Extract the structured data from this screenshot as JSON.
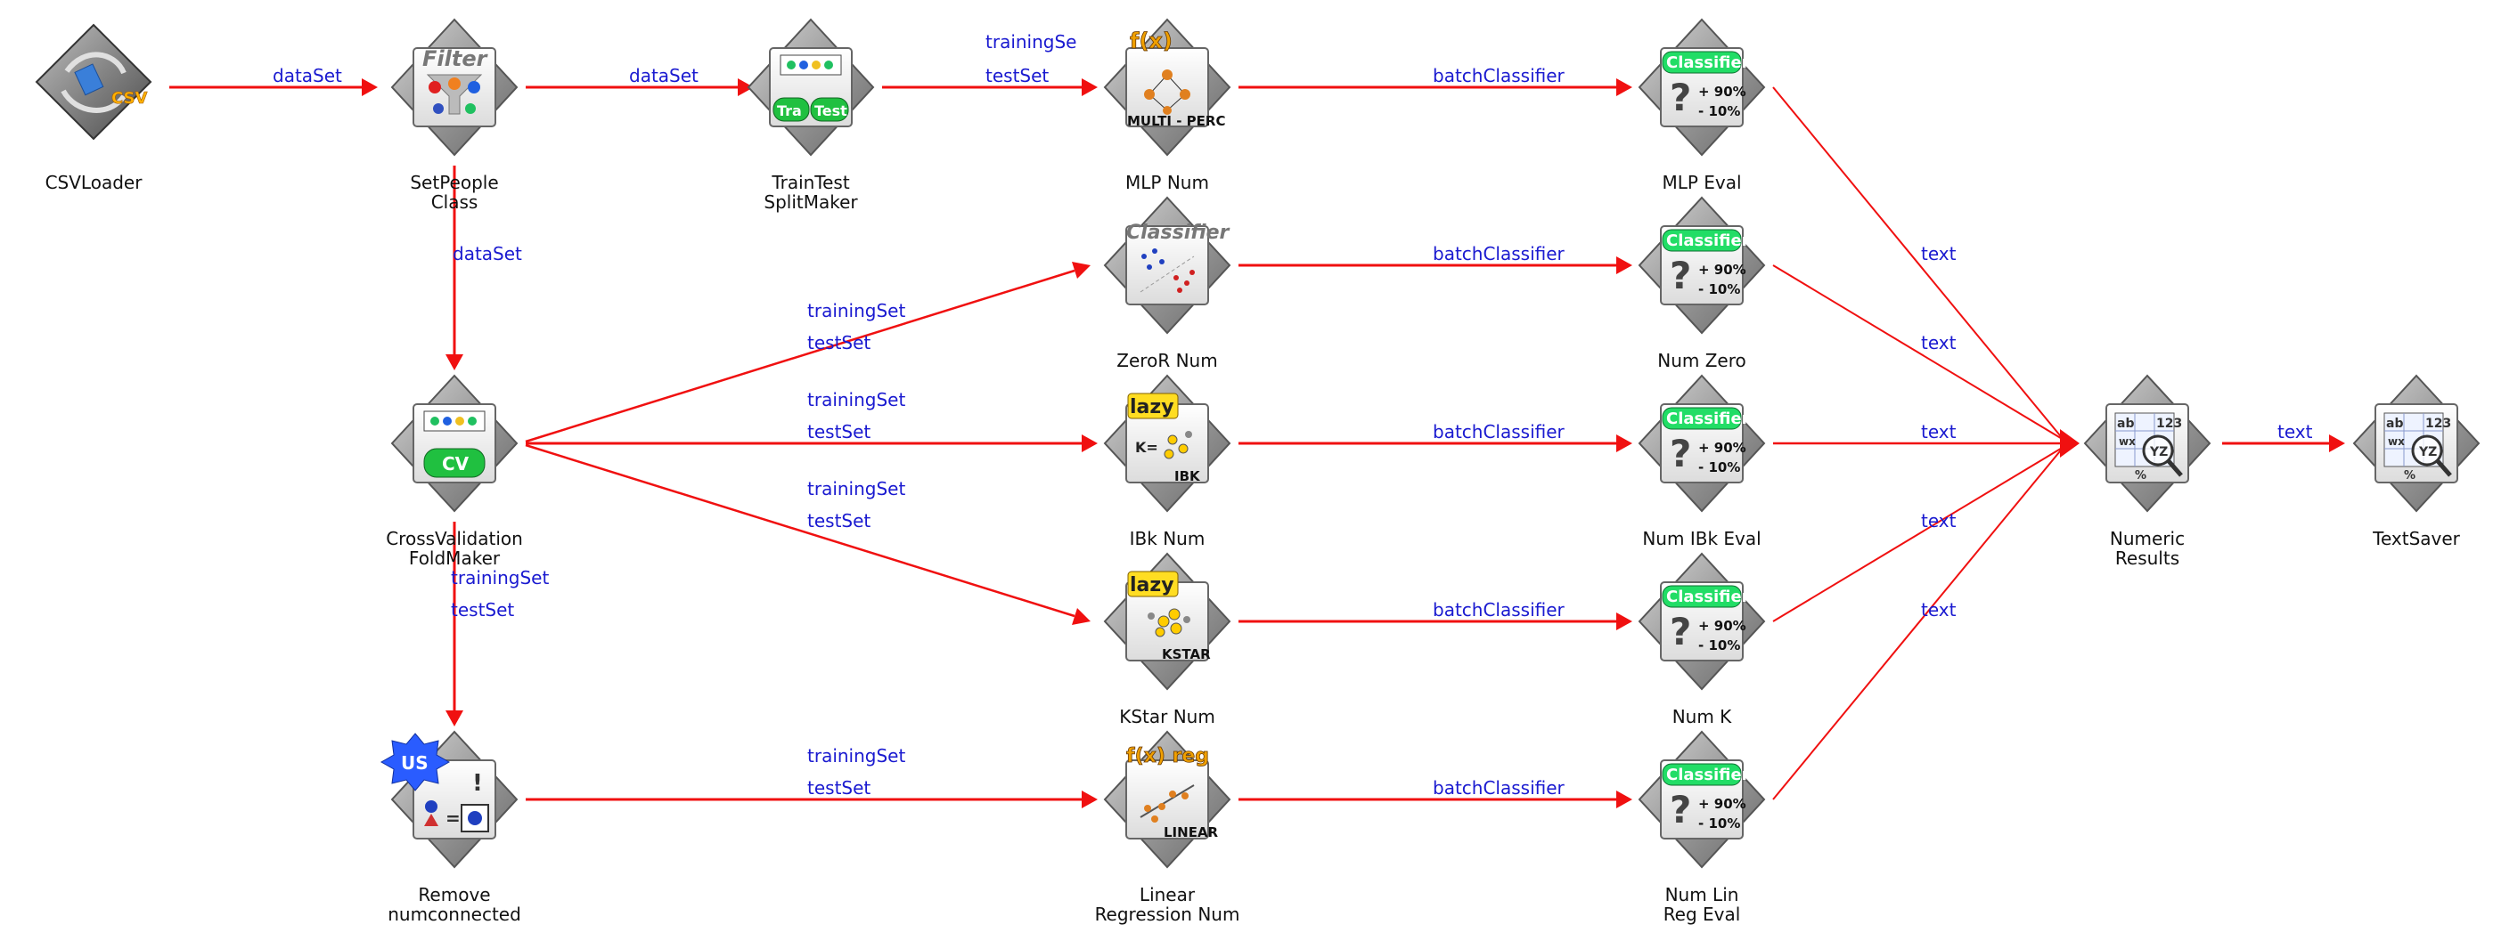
{
  "nodes": {
    "csvloader": {
      "label": [
        "CSVLoader"
      ],
      "icon": "csv-loader-icon",
      "badge": "CSV"
    },
    "setpeople": {
      "label": [
        "SetPeople",
        "Class"
      ],
      "icon": "filter-icon",
      "badge": "Filter"
    },
    "traintest": {
      "label": [
        "TrainTest",
        "SplitMaker"
      ],
      "icon": "train-test-split-icon",
      "badge_left": "Tra",
      "badge_right": "Test"
    },
    "mlpnum": {
      "label": [
        "MLP Num"
      ],
      "icon": "multilayer-perceptron-icon",
      "badge_top": "f(x)",
      "badge_bottom": "MULTI - PERC"
    },
    "mlpeval": {
      "label": [
        "MLP Eval"
      ],
      "icon": "classifier-evaluator-icon",
      "badge": "Classifier",
      "pct_top": "+ 90%",
      "pct_bottom": "- 10%"
    },
    "zeror": {
      "label": [
        "ZeroR Num"
      ],
      "icon": "classifier-scatter-icon",
      "badge": "Classifier"
    },
    "numzero": {
      "label": [
        "Num Zero"
      ],
      "icon": "classifier-evaluator-icon",
      "badge": "Classifier",
      "pct_top": "+ 90%",
      "pct_bottom": "- 10%"
    },
    "crossval": {
      "label": [
        "CrossValidation",
        "FoldMaker"
      ],
      "icon": "cross-validation-icon",
      "badge": "CV"
    },
    "ibknum": {
      "label": [
        "IBk Num"
      ],
      "icon": "lazy-ibk-icon",
      "badge_top": "lazy",
      "badge_mid": "K=",
      "badge_bottom": "IBK"
    },
    "numibk": {
      "label": [
        "Num IBk Eval"
      ],
      "icon": "classifier-evaluator-icon",
      "badge": "Classifier",
      "pct_top": "+ 90%",
      "pct_bottom": "- 10%"
    },
    "kstarnum": {
      "label": [
        "KStar Num"
      ],
      "icon": "lazy-kstar-icon",
      "badge_top": "lazy",
      "badge_bottom": "KSTAR"
    },
    "numk": {
      "label": [
        "Num K"
      ],
      "icon": "classifier-evaluator-icon",
      "badge": "Classifier",
      "pct_top": "+ 90%",
      "pct_bottom": "- 10%"
    },
    "remove": {
      "label": [
        "Remove",
        "numconnected"
      ],
      "icon": "remove-filter-icon",
      "badge": "US"
    },
    "linreg": {
      "label": [
        "Linear",
        "Regression Num"
      ],
      "icon": "linear-regression-icon",
      "badge_top": "f(x) reg",
      "badge_bottom": "LINEAR"
    },
    "numlin": {
      "label": [
        "Num Lin",
        "Reg Eval"
      ],
      "icon": "classifier-evaluator-icon",
      "badge": "Classifier",
      "pct_top": "+ 90%",
      "pct_bottom": "- 10%"
    },
    "numeric": {
      "label": [
        "Numeric",
        "Results"
      ],
      "icon": "text-viewer-icon",
      "badge_left": "ab",
      "badge_right": "123",
      "badge_mid": "wx",
      "badge_lens": "YZ",
      "badge_bottom": "%"
    },
    "textsaver": {
      "label": [
        "TextSaver"
      ],
      "icon": "text-saver-icon",
      "badge_left": "ab",
      "badge_right": "123",
      "badge_mid": "wx",
      "badge_lens": "YZ",
      "badge_bottom": "%"
    }
  },
  "connections": {
    "c1": [
      "dataSet"
    ],
    "c2": [
      "dataSet"
    ],
    "c3": [
      "trainingSe",
      "testSet"
    ],
    "c4": [
      "batchClassifier"
    ],
    "c5": [
      "dataSet"
    ],
    "c6": [
      "trainingSet",
      "testSet"
    ],
    "c7": [
      "trainingSet",
      "testSet"
    ],
    "c8": [
      "trainingSet",
      "testSet"
    ],
    "c9": [
      "trainingSet",
      "testSet"
    ],
    "c10": [
      "batchClassifier"
    ],
    "c11": [
      "batchClassifier"
    ],
    "c12": [
      "batchClassifier"
    ],
    "c13": [
      "trainingSet",
      "testSet"
    ],
    "c14": [
      "batchClassifier"
    ],
    "c15": [
      "text"
    ],
    "c16": [
      "text"
    ],
    "c17": [
      "text"
    ],
    "c18": [
      "text"
    ],
    "c19": [
      "text"
    ],
    "c20": [
      "text"
    ]
  },
  "colors": {
    "connection": "#f01010",
    "connection_label": "#1a1ad0",
    "node_label": "#111111",
    "classifier_badge": "#22dd66",
    "lazy_badge": "#ffdd22"
  }
}
